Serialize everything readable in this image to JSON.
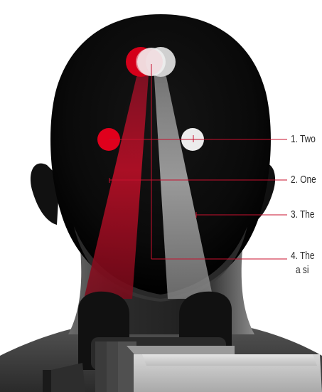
{
  "callouts": [
    {
      "num": "1.",
      "text": "Two"
    },
    {
      "num": "2.",
      "text": "One"
    },
    {
      "num": "3.",
      "text": "The"
    },
    {
      "num": "4.",
      "text": "The",
      "text2": "a si"
    }
  ],
  "colors": {
    "accent_red": "#d4001a",
    "light_grey": "#e6e6e6",
    "line_red": "#c8102e",
    "connector_grey": "#bdbdbd"
  },
  "icons": [
    "head-silhouette",
    "laser-emitter-dots",
    "device-body"
  ]
}
